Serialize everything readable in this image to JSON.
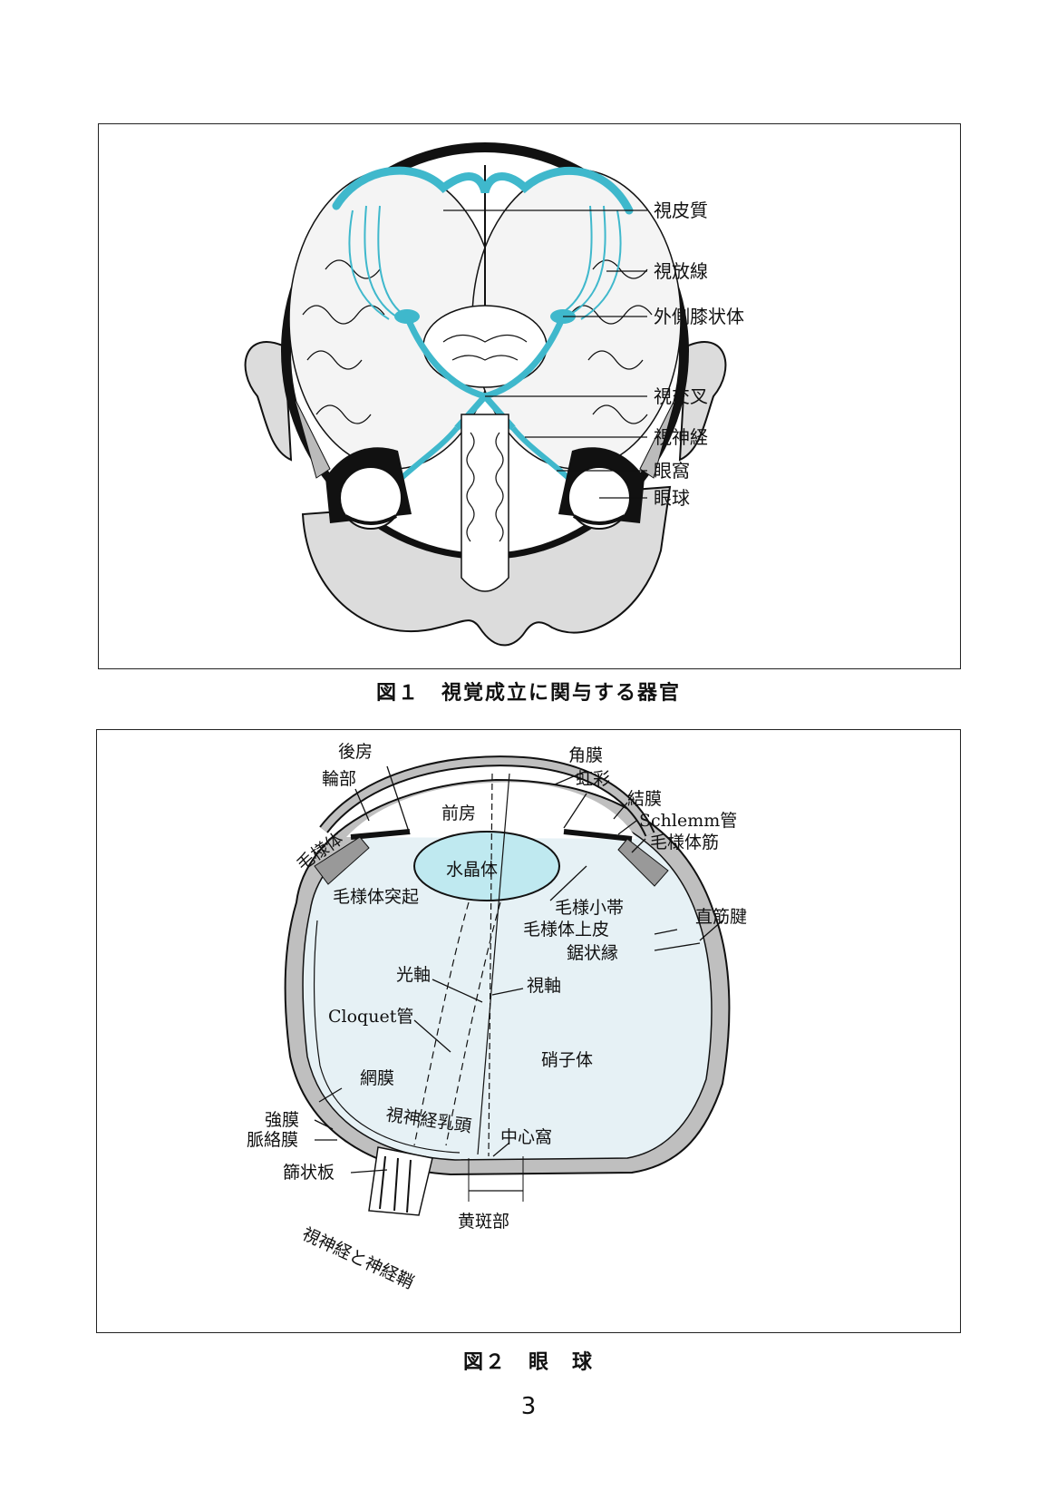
{
  "figure1": {
    "caption": "図１　視覚成立に関与する器官",
    "labels": {
      "visual_cortex": "視皮質",
      "optic_radiation": "視放線",
      "lateral_geniculate_body": "外側膝状体",
      "optic_chiasm": "視交叉",
      "optic_nerve": "視神経",
      "orbit": "眼窩",
      "eyeball": "眼球"
    }
  },
  "figure2": {
    "caption": "図２　眼　球",
    "labels": {
      "posterior_chamber": "後房",
      "pars_plana": "輪部",
      "ciliary_body": "毛様体",
      "ciliary_process": "毛様体突起",
      "anterior_chamber": "前房",
      "lens": "水晶体",
      "cornea": "角膜",
      "iris": "虹彩",
      "conjunctiva": "結膜",
      "schlemm_canal": "Schlemm管",
      "ciliary_muscle": "毛様体筋",
      "zonule": "毛様小帯",
      "ciliary_epithelium": "毛様体上皮",
      "rectus_tendon": "直筋腱",
      "ora_serrata": "鋸状縁",
      "optical_axis": "光軸",
      "visual_axis": "視軸",
      "cloquet_canal": "Cloquet管",
      "vitreous_body": "硝子体",
      "retina": "網膜",
      "sclera": "強膜",
      "choroid": "脈絡膜",
      "optic_disc": "視神経乳頭",
      "fovea": "中心窩",
      "lamina_cribrosa": "篩状板",
      "macula": "黄斑部",
      "optic_nerve_sheath": "視神経と神経鞘"
    }
  },
  "page_number": "3",
  "colors": {
    "highlight_cyan": "#bfe9f0",
    "pathway_cyan": "#3fb8cc",
    "skin_gray": "#dcdcdc",
    "vitreous_fill": "#e6f1f5",
    "line": "#111111"
  }
}
